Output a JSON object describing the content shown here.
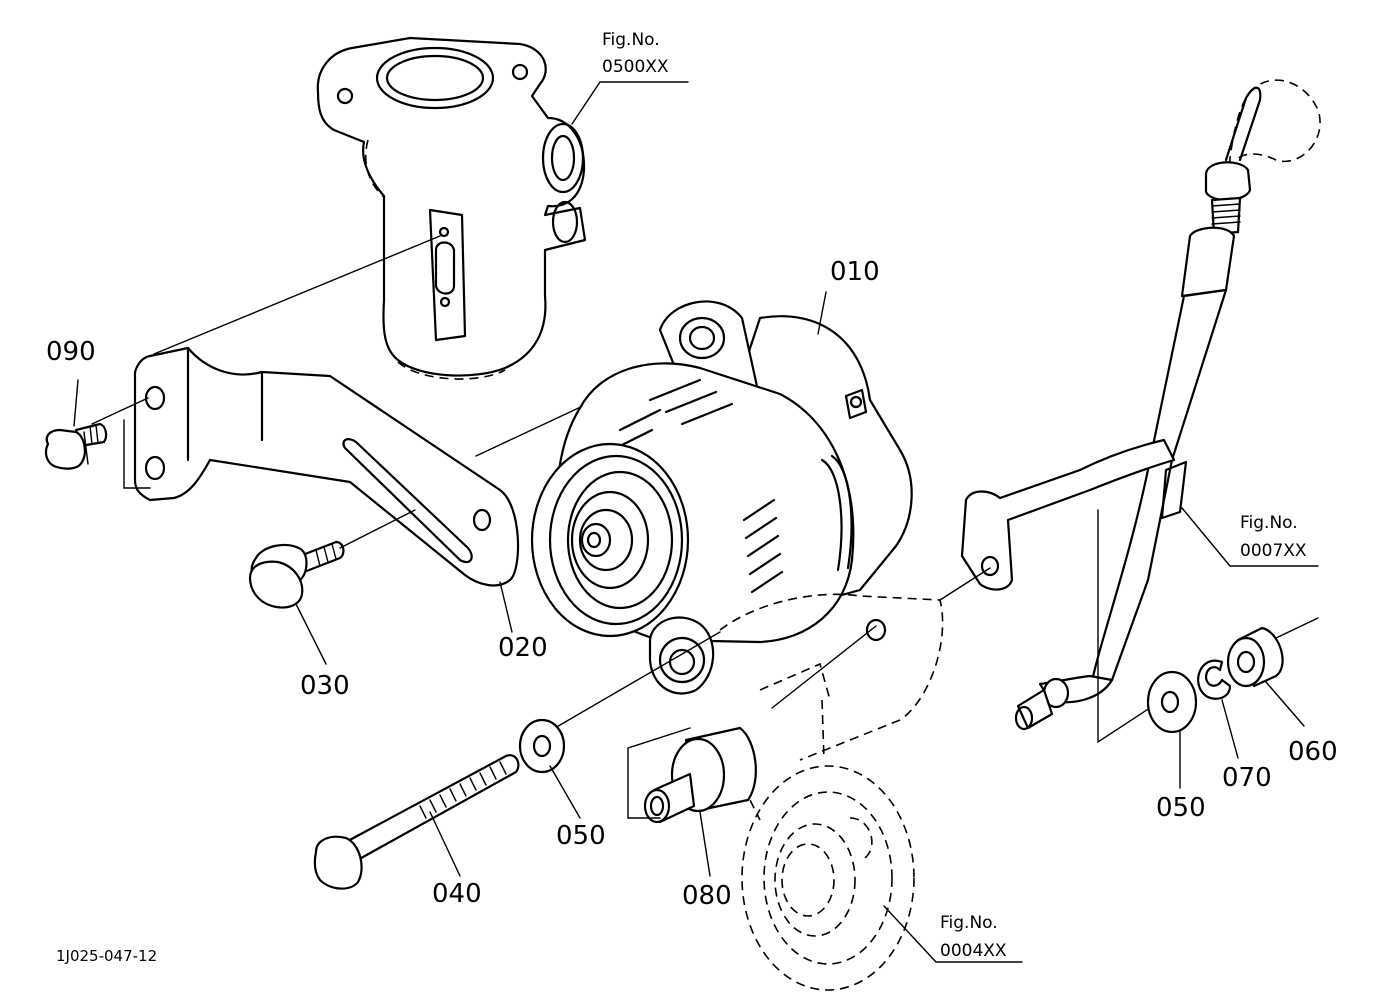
{
  "callouts": {
    "c010": "010",
    "c020": "020",
    "c030": "030",
    "c040": "040",
    "c050a": "050",
    "c050b": "050",
    "c060": "060",
    "c070": "070",
    "c080": "080",
    "c090": "090"
  },
  "references": {
    "upper": {
      "label": "Fig.No.",
      "number": "0500XX"
    },
    "right": {
      "label": "Fig.No.",
      "number": "0007XX"
    },
    "bottom": {
      "label": "Fig.No.",
      "number": "0004XX"
    }
  },
  "drawing_code": "1J025-047-12"
}
